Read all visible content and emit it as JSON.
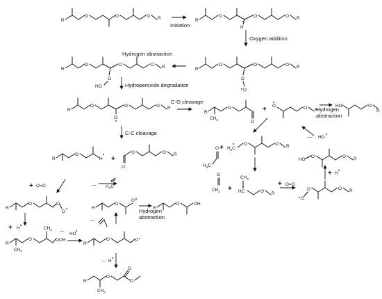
{
  "steps": {
    "initiation": "Initiation",
    "oxygen_addition": "Oxygen addition",
    "hydrogen_abstraction_top": "Hydrogen abstraction",
    "hydroperoxide_degradation": "Hydroperoxide degradation",
    "co_cleavage": "C-O cleavage",
    "hydrogen_abstraction_right_1": "Hydrogen",
    "hydrogen_abstraction_right_2": "abstraction",
    "cc_cleavage": "C-C cleavage",
    "hydrogen_abstraction_mid_1": "Hydrogen",
    "hydrogen_abstraction_mid_2": "abstraction"
  },
  "atoms": {
    "R": "R",
    "O": "O",
    "H": "H",
    "HO": "HO",
    "OH": "OH",
    "OOH": "OOH",
    "CH": "CH",
    "sub3": "3",
    "sub2": "2",
    "H3C": "H",
    "H2C": "H",
    "HC": "HC",
    "dioxygen": "O=O",
    "plus": "+",
    "minus": "—"
  }
}
